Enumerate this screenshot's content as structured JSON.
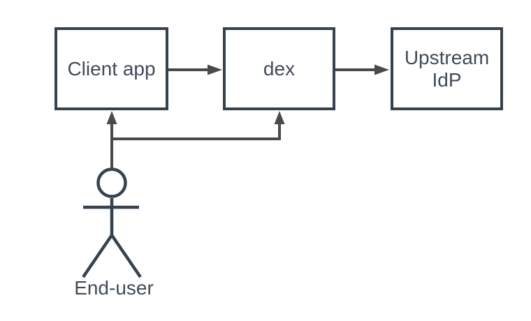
{
  "diagram": {
    "type": "flowchart",
    "nodes": [
      {
        "id": "client-app",
        "label": "Client app",
        "shape": "rectangle"
      },
      {
        "id": "dex",
        "label": "dex",
        "shape": "rectangle"
      },
      {
        "id": "upstream-idp",
        "label": "Upstream IdP",
        "shape": "rectangle"
      }
    ],
    "actor": {
      "id": "end-user",
      "label": "End-user",
      "shape": "stick-figure"
    },
    "edges": [
      {
        "from": "client-app",
        "to": "dex",
        "style": "arrow"
      },
      {
        "from": "dex",
        "to": "upstream-idp",
        "style": "arrow"
      },
      {
        "from": "end-user",
        "to": "client-app",
        "style": "arrow"
      },
      {
        "from": "end-user",
        "to": "dex",
        "style": "arrow"
      }
    ]
  },
  "colors": {
    "background": "#ffffff",
    "node_border": "#37424e",
    "node_fill": "#ffffff",
    "label_text": "#414b57",
    "connector": "#4a4a4a"
  }
}
